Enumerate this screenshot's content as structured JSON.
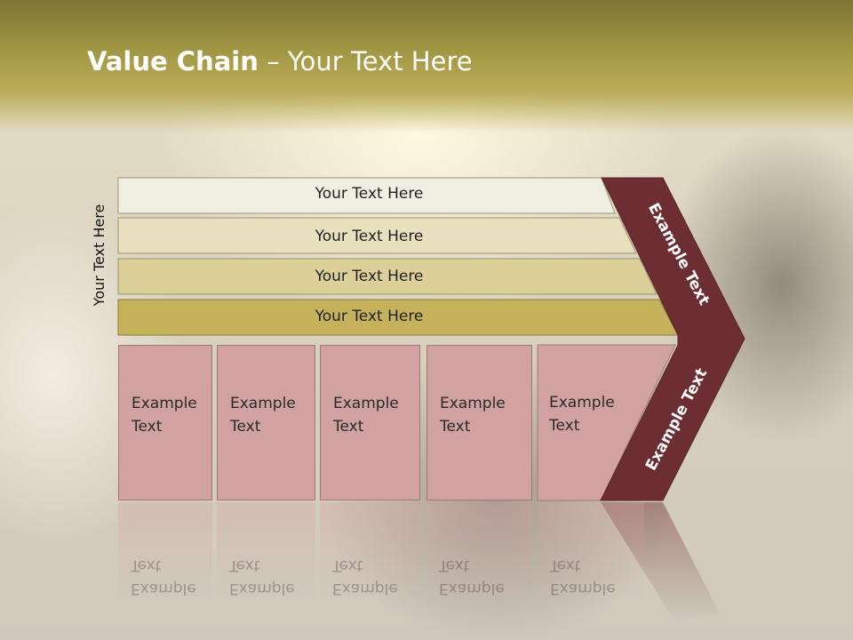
{
  "title": {
    "bold": "Value Chain",
    "rest": " – Your Text Here"
  },
  "side_label": "Your Text Here",
  "bars": [
    {
      "label": "Your Text Here",
      "color": "#f1eee2"
    },
    {
      "label": "Your Text Here",
      "color": "#e8e0bf"
    },
    {
      "label": "Your Text Here",
      "color": "#dccf98"
    },
    {
      "label": "Your Text Here",
      "color": "#c5b25a"
    }
  ],
  "boxes": [
    {
      "label": "Example\nText"
    },
    {
      "label": "Example\nText"
    },
    {
      "label": "Example\nText"
    },
    {
      "label": "Example\nText"
    },
    {
      "label": "Example\nText"
    }
  ],
  "chevron": {
    "upper_label": "Example Text",
    "lower_label": "Example Text",
    "color": "#6d2e33"
  },
  "colors": {
    "box": "#d2a2a3",
    "header": "#a39844"
  }
}
